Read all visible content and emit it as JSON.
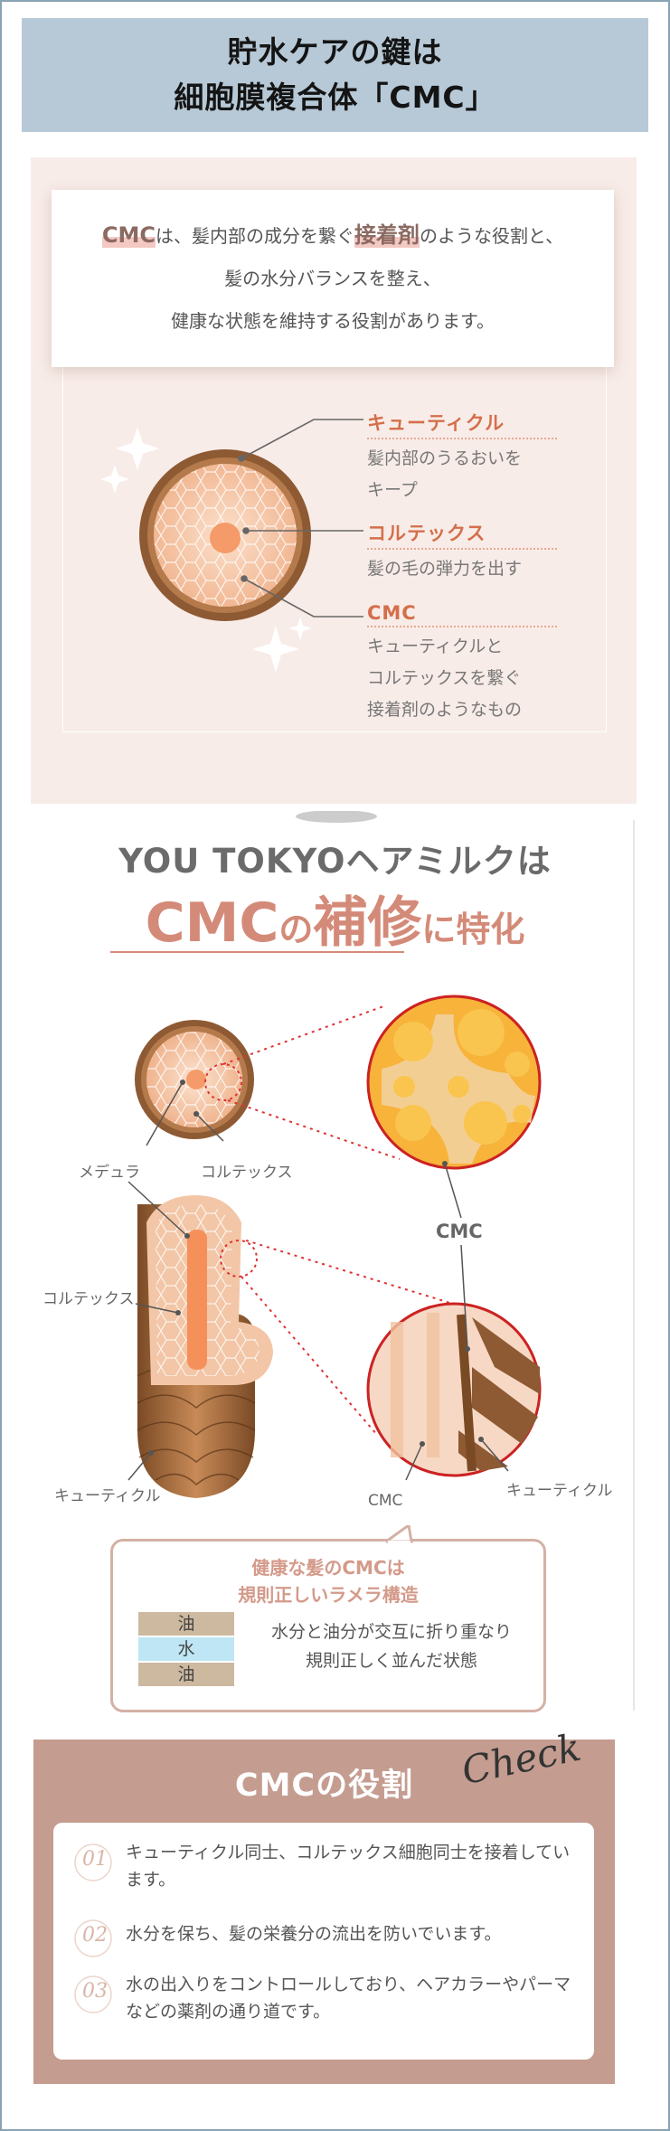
{
  "header": {
    "line1": "貯水ケアの鍵は",
    "line2": "細胞膜複合体「CMC」"
  },
  "intro": {
    "hl1": "CMC",
    "t1": "は、髪内部の成分を繋ぐ",
    "hl2": "接着剤",
    "t2": "のような役割と、",
    "line2": "髪の水分バランスを整え、",
    "line3": "健康な状態を維持する役割があります。"
  },
  "structure": {
    "cuticle": {
      "title": "キューティクル",
      "desc1": "髪内部のうるおいを",
      "desc2": "キープ"
    },
    "cortex": {
      "title": "コルテックス",
      "desc1": "髪の毛の弾力を出す"
    },
    "cmc": {
      "title": "CMC",
      "desc1": "キューティクルと",
      "desc2": "コルテックスを繋ぐ",
      "desc3": "接着剤のようなもの"
    }
  },
  "section2": {
    "title_line1": "YOU TOKYOヘアミルクは",
    "cmc": "CMC",
    "no": "の",
    "repair": "補修",
    "tokka": "に特化"
  },
  "diagram": {
    "medulla": "メデュラ",
    "cortex_top": "コルテックス",
    "cortex_side": "コルテックス",
    "cuticle_bottom": "キューティクル",
    "cmc_mid": "CMC",
    "cmc_bottom": "CMC",
    "cuticle_right": "キューティクル"
  },
  "callout": {
    "title1": "健康な髪のCMCは",
    "title2": "規則正しいラメラ構造",
    "lam1": "油",
    "lam2": "水",
    "lam3": "油",
    "desc1": "水分と油分が交互に折り重なり",
    "desc2": "規則正しく並んだ状態"
  },
  "role": {
    "title": "CMCの役割",
    "check": "Check",
    "items": [
      {
        "num": "01",
        "text": "キューティクル同士、コルテックス細胞同士を接着しています。"
      },
      {
        "num": "02",
        "text": "水分を保ち、髪の栄養分の流出を防いでいます。"
      },
      {
        "num": "03",
        "text": "水の出入りをコントロールしており、ヘアカラーやパーマなどの薬剤の通り道です。"
      }
    ]
  },
  "colors": {
    "accent": "#d46f4a",
    "brand": "#c49c90",
    "header_bg": "#b7c9d7",
    "pink_bg": "#f8ece8",
    "oil": "#cdb9a0",
    "water": "#bfe6f4"
  }
}
